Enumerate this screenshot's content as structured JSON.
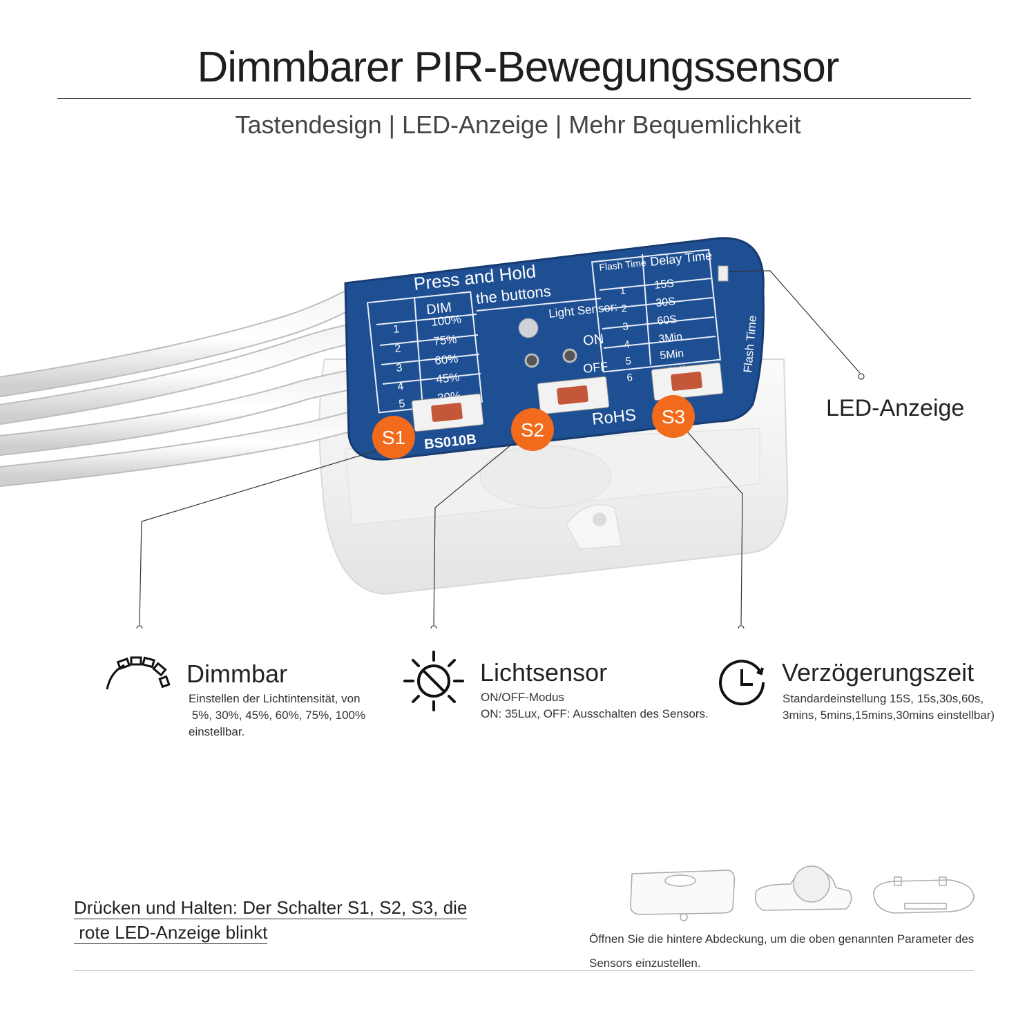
{
  "header": {
    "title": "Dimmbarer PIR-Bewegungssensor",
    "subtitle": "Tastendesign | LED-Anzeige | Mehr Bequemlichkeit"
  },
  "product": {
    "board_title_1": "Press and Hold",
    "board_title_2": "the buttons",
    "dim_header": "DIM",
    "flash_header": "Flash Time",
    "dim_values": [
      "100%",
      "75%",
      "60%",
      "45%",
      "30%"
    ],
    "dim_rows": [
      "1",
      "2",
      "3",
      "4",
      "5"
    ],
    "delay_header": "Delay Time",
    "delay_values": [
      "15S",
      "30S",
      "60S",
      "3Min",
      "5Min",
      "15Min"
    ],
    "delay_rows": [
      "1",
      "2",
      "3",
      "4",
      "5",
      "6"
    ],
    "light_label": "Light Sensor:",
    "on_label": "ON",
    "off_label": "OFF",
    "flash_time_side": "Flash Time",
    "model": "BS010B",
    "rohs": "RoHS",
    "buttons": [
      "S1",
      "S2",
      "S3"
    ],
    "led_label": "LED-Anzeige",
    "accent_color": "#f26a1b",
    "pcb_color": "#1f4f93"
  },
  "features": [
    {
      "icon": "dimmer-icon",
      "title": "Dimmbar",
      "desc": [
        "Einstellen der Lichtintensität, von",
        " 5%, 30%, 45%, 60%, 75%, 100%",
        "einstellbar."
      ]
    },
    {
      "icon": "sun-sensor-icon",
      "title": "Lichtsensor",
      "desc": [
        "ON/OFF-Modus",
        "ON: 35Lux, OFF: Ausschalten des Sensors."
      ]
    },
    {
      "icon": "clock-icon",
      "title": "Verzögerungszeit",
      "desc": [
        "Standardeinstellung 15S, 15s,30s,60s,",
        "3mins, 5mins,15mins,30mins einstellbar)"
      ]
    }
  ],
  "footer": {
    "hold_line1": "Drücken und Halten: Der Schalter S1, S2, S3, die",
    "hold_line2": " rote LED-Anzeige blinkt",
    "cover_line1": "Öffnen Sie die hintere Abdeckung, um die oben genannten Parameter des",
    "cover_line2": "Sensors einzustellen."
  }
}
